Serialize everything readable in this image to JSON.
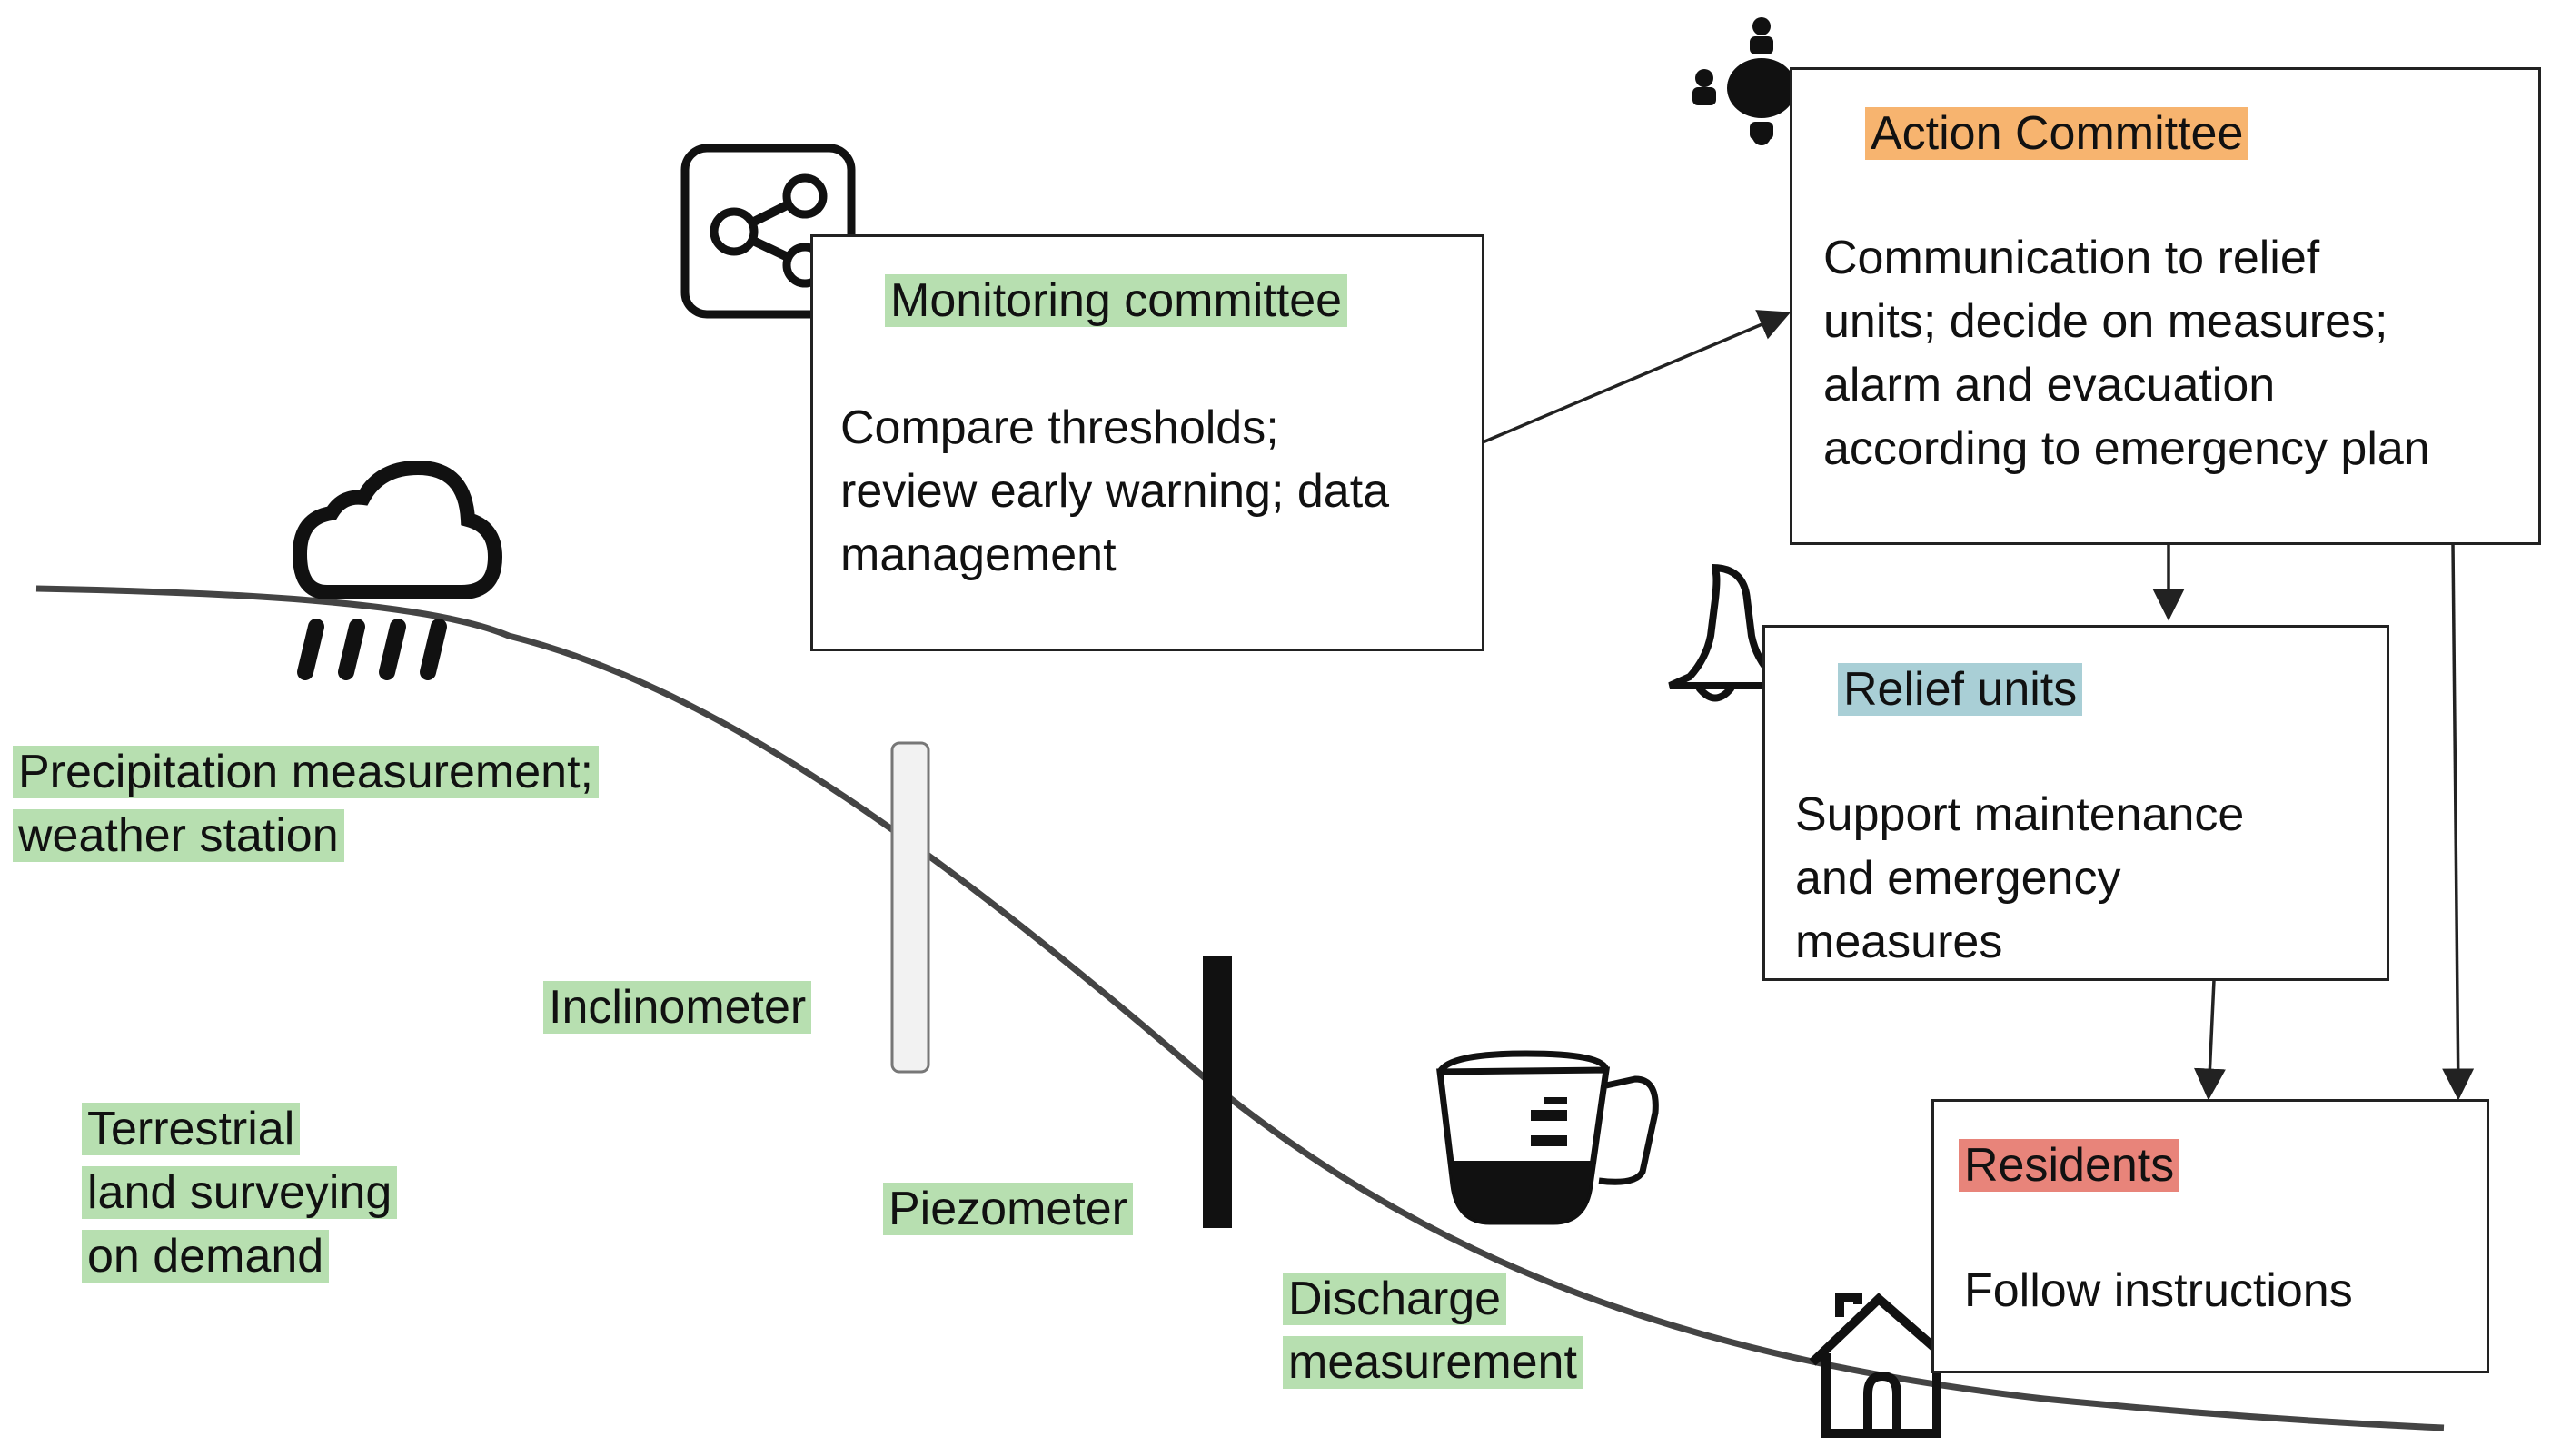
{
  "colors": {
    "monitoring_highlight": "#b7dfb0",
    "action_highlight": "#f7b46f",
    "relief_highlight": "#a9cfd6",
    "residents_highlight": "#e8847a",
    "line": "#222222"
  },
  "icons": [
    "share-icon",
    "people-table-icon",
    "bell-icon",
    "rain-cloud-icon",
    "inclinometer-tube-icon",
    "piezometer-post-icon",
    "measuring-jug-icon",
    "house-icon"
  ],
  "monitoring": {
    "title": "Monitoring committee",
    "body": [
      "Compare thresholds;",
      "review early warning; data",
      "management"
    ]
  },
  "action": {
    "title": "Action Committee",
    "body": [
      "Communication to relief",
      "units; decide on measures;",
      "alarm and evacuation",
      "according to emergency plan"
    ]
  },
  "relief": {
    "title": "Relief units",
    "body": [
      "Support maintenance",
      "and emergency",
      "measures"
    ]
  },
  "residents": {
    "title": "Residents",
    "body": "Follow instructions"
  },
  "labels": {
    "precipitation": [
      "Precipitation measurement;",
      "weather station"
    ],
    "inclinometer": "Inclinometer",
    "terrestrial": [
      "Terrestrial",
      "land surveying",
      "on demand"
    ],
    "piezometer": "Piezometer",
    "discharge": [
      "Discharge",
      "measurement"
    ]
  }
}
